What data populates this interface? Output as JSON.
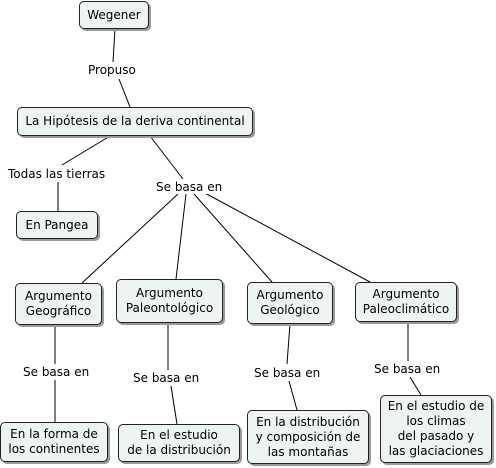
{
  "concepts": {
    "wegener": "Wegener",
    "hipotesis": "La Hipótesis de la deriva continental",
    "pangea": "En Pangea",
    "geografico": "Argumento\nGeográfico",
    "paleontologico": "Argumento\nPaleontológico",
    "geologico": "Argumento\nGeológico",
    "paleoclimatico": "Argumento\nPaleoclimático",
    "forma_continentes": "En la forma de\nlos continentes",
    "estudio_distribucion": "En el estudio\nde la distribución",
    "distribucion_montanas": "En la distribución\ny composición de\nlas montañas",
    "estudio_climas": "En el estudio de\nlos climas\ndel pasado y\nlas glaciaciones"
  },
  "links": {
    "propuso": "Propuso",
    "todas_las_tierras": "Todas las tierras",
    "se_basa_en_main": "Se basa en",
    "se_basa_en_1": "Se basa en",
    "se_basa_en_2": "Se basa en",
    "se_basa_en_3": "Se basa en",
    "se_basa_en_4": "Se basa en"
  }
}
